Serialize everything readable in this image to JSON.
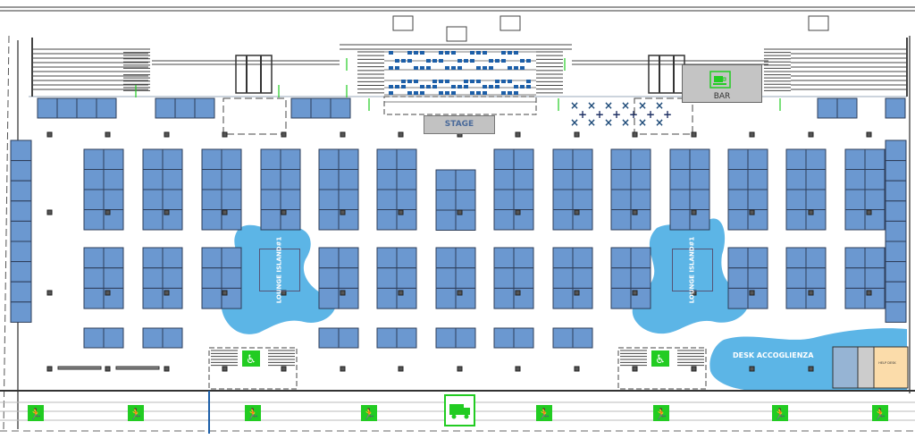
{
  "plan": {
    "stage_label": "STAGE",
    "bar_label": "BAR",
    "lounge_1_label": "LOUNGE ISLAND#1",
    "lounge_2_label": "LOUNGE ISLAND#1",
    "desk_label": "DESK ACCOGLIENZA",
    "help_label": "HELP DESK"
  },
  "colors": {
    "booth": "#6b98d0",
    "booth_border": "#2e3e5a",
    "lounge": "#5cb5e6",
    "exit_green": "#22cc22",
    "seat_blue": "#1d5fa8",
    "help_area": "#fbdcaa"
  },
  "icons": {
    "exit": "emergency-exit-icon",
    "accessible": "wheelchair-icon",
    "bar": "coffee-icon",
    "truck": "loading-truck-icon"
  }
}
